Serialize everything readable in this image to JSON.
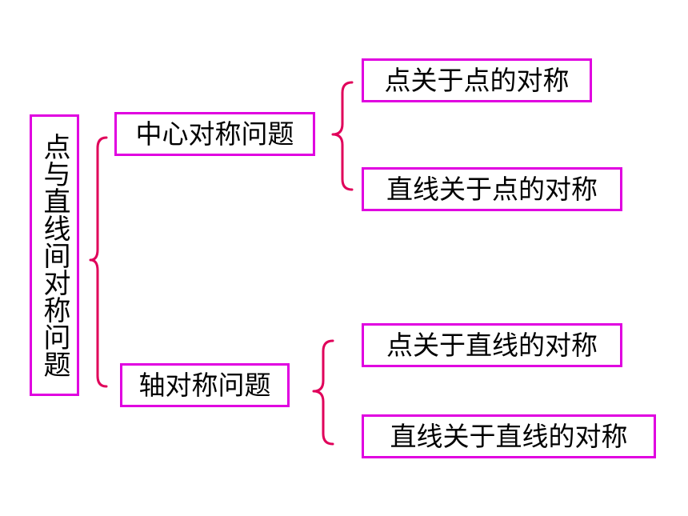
{
  "root": {
    "label": "点与直线间对称问题"
  },
  "categories": [
    {
      "label": "中心对称问题",
      "items": [
        "点关于点的对称",
        "直线关于点的对称"
      ]
    },
    {
      "label": "轴对称问题",
      "items": [
        "点关于直线的对称",
        "直线关于直线的对称"
      ]
    }
  ],
  "colors": {
    "box_border": "#e000e0",
    "brace": "#e0005a"
  }
}
